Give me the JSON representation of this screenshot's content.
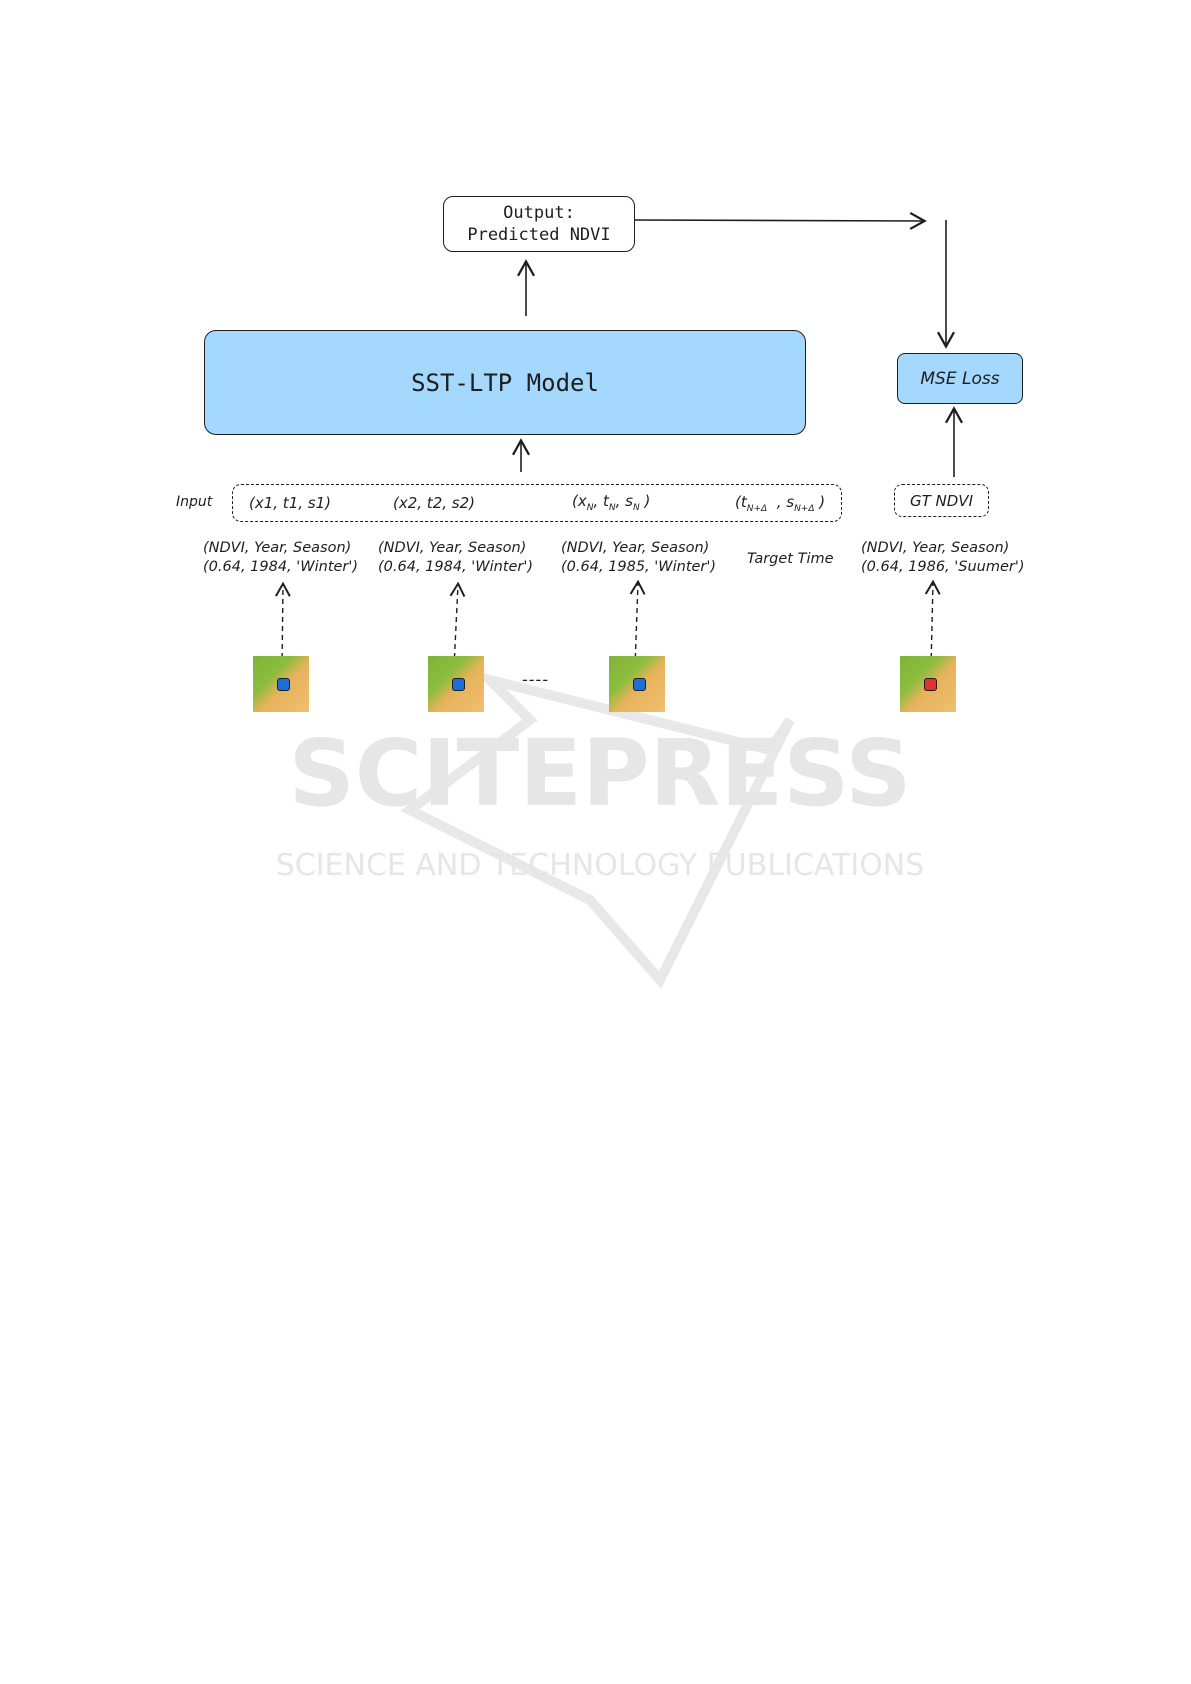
{
  "output": {
    "line1": "Output:",
    "line2": "Predicted NDVI"
  },
  "model": {
    "label": "SST-LTP Model"
  },
  "loss": {
    "label": "MSE Loss"
  },
  "input_label": "Input",
  "inputs": {
    "t1": {
      "x": "(x1, t1, s1)"
    },
    "t2": {
      "x": "(x2, t2, s2)"
    },
    "tN": {
      "x": "(x",
      "x_sub": "N",
      "t": ", t",
      "t_sub": "N",
      "s": ", s",
      "s_sub": "N",
      "end": ")"
    },
    "target": {
      "open": "(t",
      "t_sub": "N+Δ",
      "s": ", s",
      "s_sub": "N+Δ",
      "end": ")"
    }
  },
  "gt": {
    "label": "GT NDVI"
  },
  "meta": [
    {
      "line1": "(NDVI, Year, Season)",
      "line2": "(0.64, 1984, 'Winter')"
    },
    {
      "line1": "(NDVI, Year, Season)",
      "line2": "(0.64, 1984, 'Winter')"
    },
    {
      "line1": "(NDVI, Year, Season)",
      "line2": "(0.64, 1985, 'Winter')"
    },
    {
      "line1": "(NDVI, Year, Season)",
      "line2": "(0.64, 1986, 'Suumer')"
    }
  ],
  "target_time_label": "Target Time",
  "ellipsis": "----",
  "watermark": {
    "title": "SCITEPRESS",
    "subtitle": "SCIENCE AND TECHNOLOGY PUBLICATIONS"
  },
  "colors": {
    "model_fill": "#a5d8ff",
    "stroke": "#1e1e1e",
    "point_input": "#1c6fd6",
    "point_target": "#e03131"
  }
}
